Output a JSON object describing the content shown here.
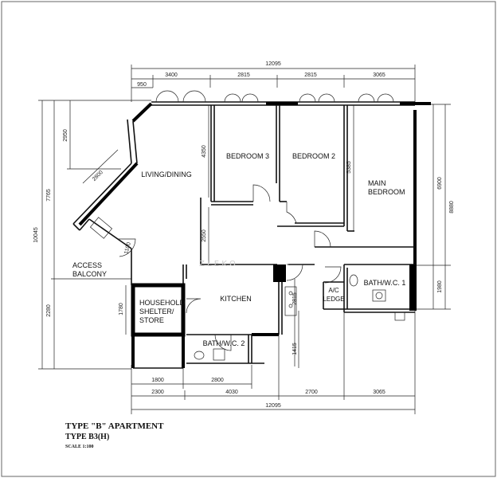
{
  "rooms": {
    "living_dining": "LIVING/DINING",
    "bedroom3": "BEDROOM 3",
    "bedroom2": "BEDROOM 2",
    "main_bedroom_line1": "MAIN",
    "main_bedroom_line2": "BEDROOM",
    "access_balcony_line1": "ACCESS",
    "access_balcony_line2": "BALCONY",
    "household_shelter_line1": "HOUSEHOLD",
    "household_shelter_line2": "SHELTER/",
    "household_shelter_line3": "STORE",
    "kitchen": "KITCHEN",
    "bath_wc1": "BATH/W.C. 1",
    "bath_wc2": "BATH/W.C. 2",
    "ac_ledge_line1": "A/C",
    "ac_ledge_line2": "LEDGE"
  },
  "dimensions": {
    "top_total": "12095",
    "top_950": "950",
    "top_3400": "3400",
    "top_2815a": "2815",
    "top_2815b": "2815",
    "top_3065": "3065",
    "left_10045": "10045",
    "left_7765": "7765",
    "left_2950": "2950",
    "left_2280": "2280",
    "left_1780": "1780",
    "diag_2800": "2800",
    "inner_4350": "4350",
    "inner_2550": "2550",
    "inner_5385": "5385",
    "inner_2815": "2815",
    "inner_1415": "1415",
    "right_6900": "6900",
    "right_8880": "8880",
    "right_1980": "1980",
    "bottom_1800": "1800",
    "bottom_2800": "2800",
    "bottom_2300": "2300",
    "bottom_4030": "4030",
    "bottom_2700": "2700",
    "bottom_3065": "3065",
    "bottom_total": "12095",
    "small_1100": "1100"
  },
  "caption": {
    "line1": "TYPE \"B\" APARTMENT",
    "line2": "TYPE B3(H)",
    "line3": "SCALE 1:100"
  },
  "watermark": "Z  L  E  K  O"
}
